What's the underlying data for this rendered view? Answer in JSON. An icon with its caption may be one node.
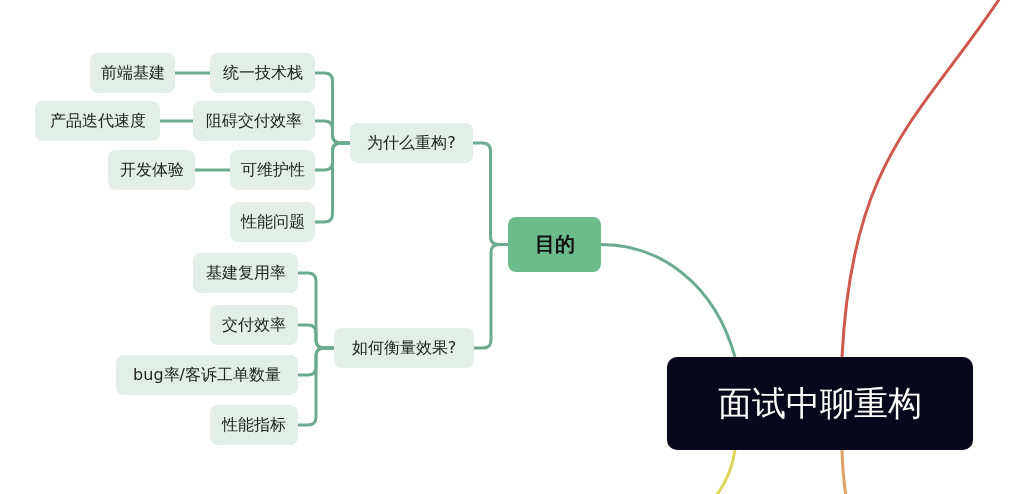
{
  "diagram": {
    "nodes": [
      {
        "text": [
          "面试中聊重构"
        ]
      },
      {
        "text": [
          "目的"
        ]
      },
      {
        "text": [
          "为什么重构?"
        ]
      },
      {
        "text": [
          "如何衡量效果?"
        ]
      },
      {
        "text": [
          "统一技术栈"
        ]
      },
      {
        "text": [
          "前端基建"
        ]
      },
      {
        "text": [
          "阻碍交付效率"
        ]
      },
      {
        "text": [
          "产品迭代速度"
        ]
      },
      {
        "text": [
          "可维护性"
        ]
      },
      {
        "text": [
          "开发体验"
        ]
      },
      {
        "text": [
          "性能问题"
        ]
      },
      {
        "text": [
          "基建复用率"
        ]
      },
      {
        "text": [
          "交付效率"
        ]
      },
      {
        "text": [
          "bug率/客诉工单数量"
        ]
      },
      {
        "text": [
          "性能指标"
        ]
      }
    ],
    "edges": [
      {
        "from": 0,
        "to": 1,
        "arrow": "none"
      },
      {
        "from": 1,
        "to": 2,
        "arrow": "none"
      },
      {
        "from": 1,
        "to": 3,
        "arrow": "none"
      },
      {
        "from": 2,
        "to": 4,
        "arrow": "none"
      },
      {
        "from": 2,
        "to": 6,
        "arrow": "none"
      },
      {
        "from": 2,
        "to": 8,
        "arrow": "none"
      },
      {
        "from": 2,
        "to": 10,
        "arrow": "none"
      },
      {
        "from": 4,
        "to": 5,
        "arrow": "none"
      },
      {
        "from": 6,
        "to": 7,
        "arrow": "none"
      },
      {
        "from": 8,
        "to": 9,
        "arrow": "none"
      },
      {
        "from": 3,
        "to": 11,
        "arrow": "none"
      },
      {
        "from": 3,
        "to": 12,
        "arrow": "none"
      },
      {
        "from": 3,
        "to": 13,
        "arrow": "none"
      },
      {
        "from": 3,
        "to": 14,
        "arrow": "none"
      },
      {
        "from": 0,
        "to": null,
        "arrow": "none",
        "color": "#d0574c"
      },
      {
        "from": 0,
        "to": null,
        "arrow": "none",
        "color": "#ddd45a"
      },
      {
        "from": 0,
        "to": null,
        "arrow": "none",
        "color": "#dca263"
      }
    ]
  }
}
